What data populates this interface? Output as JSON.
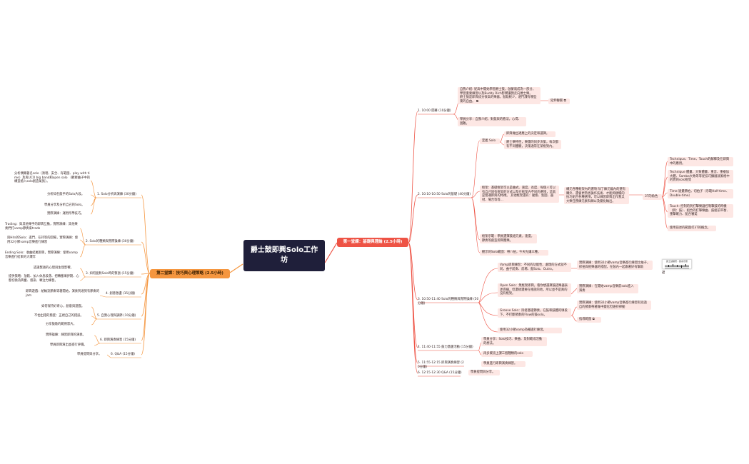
{
  "root": "爵士鼓即興Solo工作坊",
  "right_main": "第一堂課：基礎與理論 (2.5小時)",
  "left_main": "第二堂課：技巧與心理策略 (2.5小時)",
  "r1": {
    "label": "1. 10:00 開幕 (10分鐘)",
    "a": "自我介紹: 從高中開始學習爵士鼓，啟蒙就成為一部分，學習重要練習以及Buddy Rich影響讓我走向爵士樂。\n爵士鼓是即興成分很高的樂器，鼓點較少，透門課有哪些東的自由。",
    "a_link": "延伸聯繫",
    "b": "學員分享：自我介紹，對鼓與的看法，心得、困難。"
  },
  "r2": {
    "label": "2. 10:10-10:50 Solo的基礎 (40分鐘)",
    "define": "定義 Solo",
    "define_a": "即興做出適應上的決定和選擇。",
    "define_b": "爵士樂特性，樂團的同步決策，每次都有不同體驗，決策通常在某框架內。",
    "frame": "框架：基礎框架可以是曲式、速度、長度、每個人可以有自己固有框架的方式以及在框架內不同的選項，這就是營運即興的特徵。\n其他框架還有：動態、氣圍、器材、場合等等…",
    "elements": "構元各種框架內的選項 除了練元龍內的選有購外，還會更熟悉操作技術、才能夠順暢的技巧組合各種選項，可以練習即興出作我又大樂任務練元素科練以及變化輸出。",
    "elements_label": "3T的角色",
    "t1": "Technique、Time、Touch的解釋及在即興中的應用。",
    "t2": "Technique 體量、大致體量、重音、重複加大體、Samba大致等等從技巧擴展就風格中的實的solo框架",
    "t3": "Time:速覺節拍，切拍子（示範Half-time、Double-time）",
    "t4": "Touch: 控制的到打擊樂器控制擊鼓的時機（例：鼓）、組合的打擊樂曲、鼓組前平衡、重擊確力、配合審美",
    "t5": "使用前述的範圍打3T的概念。",
    "train": "框架示範：學員選擇鼓組元素，速度，節奏等創造即興簡樂。",
    "share": "觀示的Solo範圍：帶八拍，今天先讓三種。"
  },
  "r3": {
    "label": "3. 10:50-11:40 Solo的種類與實際操練 (50分鐘)",
    "a": "Vamp即興練習：不同的功能性、處理的方式就不同，曲子前奏、前場、鼓Solo、Outro。",
    "a_demo": "實際演練：使用32小節vamp音樂進行練習比拍子，抓拍與他樂器的搭配，在鼓內一起跟著好有幫助",
    "thumb_title": "爵士鼓練習 - 節奏示意",
    "thumb_caption": "譜",
    "b": "Open Solo：無框架即興，看你想選擇鼓搭樂器表述導播，但還規還要在相說的地，所以並不是真的沒有框架。",
    "b_demo": "實際演練：在開始vamp音樂前solo進入演奏",
    "c": "Groove Solo：除者基礎節奏，在鼓和鼓體的填段下，不打斷節奏的Flow的鼓solo。",
    "c_demo": "實際演練：使用32小節vamp音樂進行練習有別過自的節奏帶著做中變化但維持律動",
    "c_link": "指導範圍",
    "d": "使用32小節vamp為輔進行練習。"
  },
  "r4": {
    "label": "4. 11:40-11:55 鼓力激盪活動 (15分鐘)",
    "a": "學員分享：Solo技巧、樂曲、及對範成活動的想法。",
    "b": "再多資訊上課三個種類的solo"
  },
  "r5": {
    "label": "5. 11:55-12:15 即興演奏練習 (20分鐘)",
    "a": "學員進行即興演奏練習。"
  },
  "r6": {
    "label": "6. 12:15-12:30 Q&A (15分鐘)",
    "a": "學員提問與分享。"
  },
  "l1": {
    "label": "1. Solo分析與演練 (30分鐘)",
    "a": "分析偶爾著名solo（清理、安全、有範圍、play with time）及與UCO big band和open solo （觀察曲子中的構造植入solo創造氣氛）。",
    "b": "分析知名鼓手的Solo片段。",
    "c": "學員分享及分析自己的Solo。",
    "d": "實際演練：運用所學技巧。"
  },
  "l2": {
    "label": "2. Solo的種類與實際操練 (30分鐘)",
    "a": "Trading：與其他樂手的即興互動，實際演練：其他樂奏們打vamp節奏來trade",
    "b": "與Hits的Solo：進門、在持等的回場，實際演練：使用32小節vamp音樂進行練習",
    "c": "Ending Solo：收曲結尾即興，實際演練：使用vamp音樂進行結束的大爆炸"
  },
  "l3": {
    "label": "3. 如何面對Solo時的緊張 (15分鐘)",
    "a": "認識緊張的心理與生理影響。",
    "b": "提供策略：放鬆、加入休息段落、把轉塞填評期、心態切換為興奮、感染、專注力練習。"
  },
  "l4": {
    "label": "4. 創意激盪 (15分鐘)",
    "a": "即興遊戲：給輸流節奏等著開始，演奏到達到有節奏的jam"
  },
  "l5": {
    "label": "5. 自我心理與調節 (10分鐘)",
    "a": "如何保持好奇心，創意與遊戲。",
    "b": "不怕出錯的態度：正視自己的錯誤。",
    "c": "分享鼓歌的範例影片。"
  },
  "l6": {
    "label": "6. 即興演奏練習 (15分鐘)",
    "a": "實際操練：練習即興的演奏。",
    "b": "學員即興演出並進行評價。"
  },
  "l7": {
    "label": "6. Q&A (15分鐘)",
    "a": "學員提問與分享。"
  },
  "colors": {
    "right_branch": "#ee5345",
    "left_branch": "#f5963f",
    "leaf_right": "#fde7e4",
    "leaf_left": "#fde5d2",
    "root": "#1f1f3a"
  }
}
